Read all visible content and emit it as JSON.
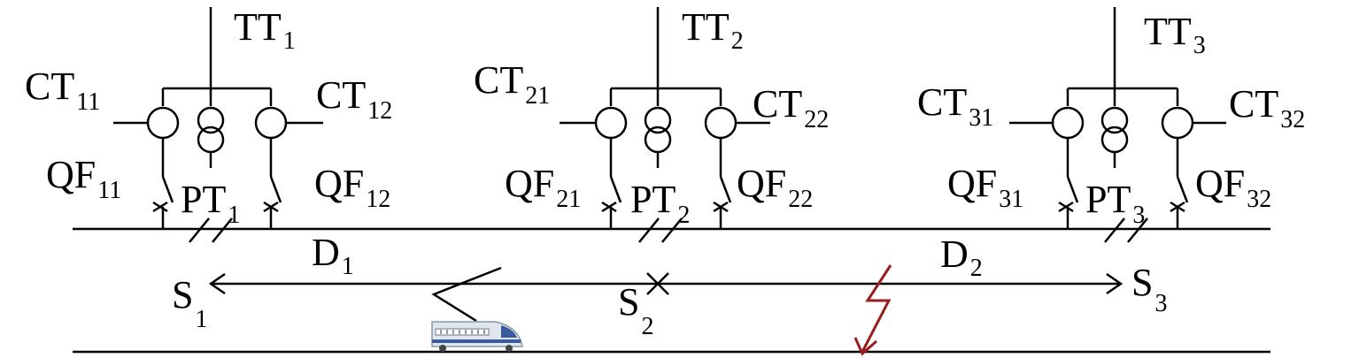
{
  "labels": {
    "tt": [
      {
        "base": "TT",
        "sub": "1"
      },
      {
        "base": "TT",
        "sub": "2"
      },
      {
        "base": "TT",
        "sub": "3"
      }
    ],
    "ct": [
      {
        "base": "CT",
        "sub": "11"
      },
      {
        "base": "CT",
        "sub": "12"
      },
      {
        "base": "CT",
        "sub": "21"
      },
      {
        "base": "CT",
        "sub": "22"
      },
      {
        "base": "CT",
        "sub": "31"
      },
      {
        "base": "CT",
        "sub": "32"
      }
    ],
    "qf": [
      {
        "base": "QF",
        "sub": "11"
      },
      {
        "base": "QF",
        "sub": "12"
      },
      {
        "base": "QF",
        "sub": "21"
      },
      {
        "base": "QF",
        "sub": "22"
      },
      {
        "base": "QF",
        "sub": "31"
      },
      {
        "base": "QF",
        "sub": "32"
      }
    ],
    "pt": [
      {
        "base": "PT",
        "sub": "1"
      },
      {
        "base": "PT",
        "sub": "2"
      },
      {
        "base": "PT",
        "sub": "3"
      }
    ],
    "d": [
      {
        "base": "D",
        "sub": "1"
      },
      {
        "base": "D",
        "sub": "2"
      }
    ],
    "s": [
      {
        "base": "S",
        "sub": "1"
      },
      {
        "base": "S",
        "sub": "2"
      },
      {
        "base": "S",
        "sub": "3"
      }
    ]
  },
  "colors": {
    "line": "#000000",
    "fault": "#9b1c1c",
    "train_body": "#dfe6ee",
    "train_stripe": "#3a5a9a"
  },
  "icons": [
    "train-icon",
    "fault-lightning-icon",
    "pantograph-icon"
  ]
}
